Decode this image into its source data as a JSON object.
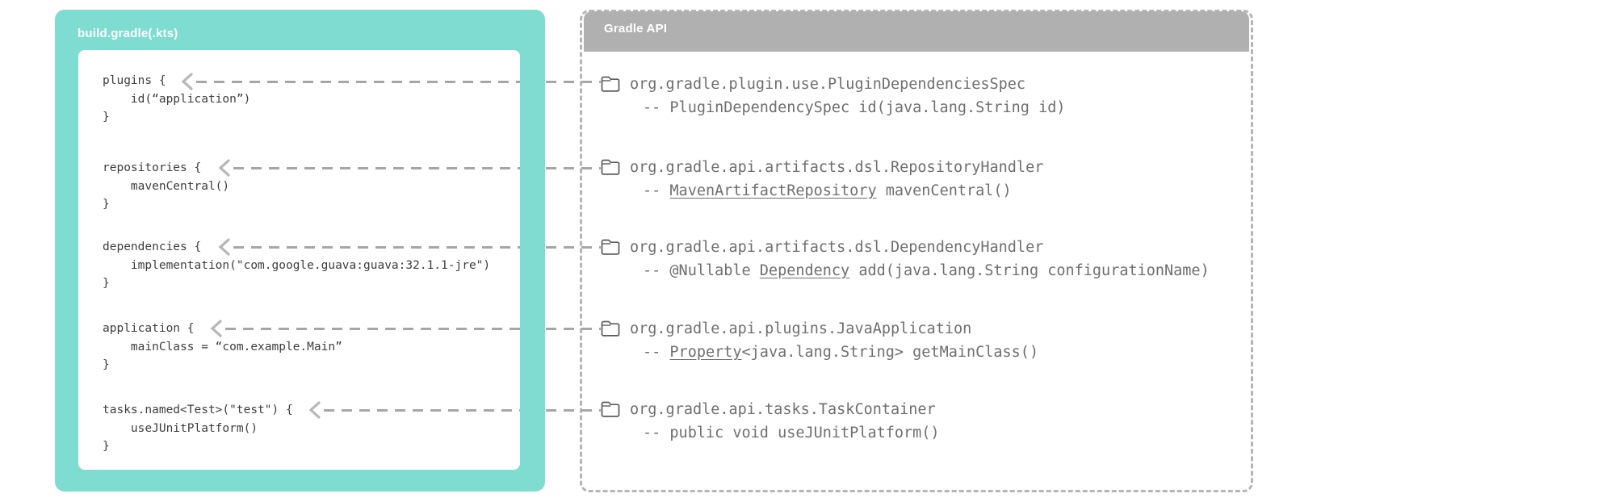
{
  "left_panel": {
    "title": "build.gradle(.kts)",
    "blocks": [
      "plugins {\n    id(“application”)\n}",
      "repositories {\n    mavenCentral()\n}",
      "dependencies {\n    implementation(\"com.google.guava:guava:32.1.1-jre\")\n}",
      "application {\n    mainClass = “com.example.Main”\n}",
      "tasks.named<Test>(\"test\") {\n    useJUnitPlatform()\n}"
    ]
  },
  "right_panel": {
    "title": "Gradle API",
    "entries": [
      {
        "class_name": "org.gradle.plugin.use.PluginDependenciesSpec",
        "sig_prefix": "-- PluginDependencySpec id(java.lang.String id)",
        "sig_link": "",
        "sig_suffix": ""
      },
      {
        "class_name": "org.gradle.api.artifacts.dsl.RepositoryHandler",
        "sig_prefix": "-- ",
        "sig_link": "MavenArtifactRepository",
        "sig_suffix": " mavenCentral()"
      },
      {
        "class_name": "org.gradle.api.artifacts.dsl.DependencyHandler",
        "sig_prefix": "-- @Nullable ",
        "sig_link": "Dependency",
        "sig_suffix": " add(java.lang.String configurationName)"
      },
      {
        "class_name": "org.gradle.api.plugins.JavaApplication",
        "sig_prefix": "-- ",
        "sig_link": "Property",
        "sig_suffix": "<java.lang.String> getMainClass()"
      },
      {
        "class_name": "org.gradle.api.tasks.TaskContainer",
        "sig_prefix": "-- public void useJUnitPlatform()",
        "sig_link": "",
        "sig_suffix": ""
      }
    ]
  },
  "colors": {
    "script_panel_teal": "#7edcd1",
    "api_header_gray": "#b0b0b0",
    "dashed_border_gray": "#b5b5b5",
    "arrow_dash_gray": "#a6a6a6",
    "code_text": "#3e3e3e",
    "api_text": "#6f6f6f"
  }
}
